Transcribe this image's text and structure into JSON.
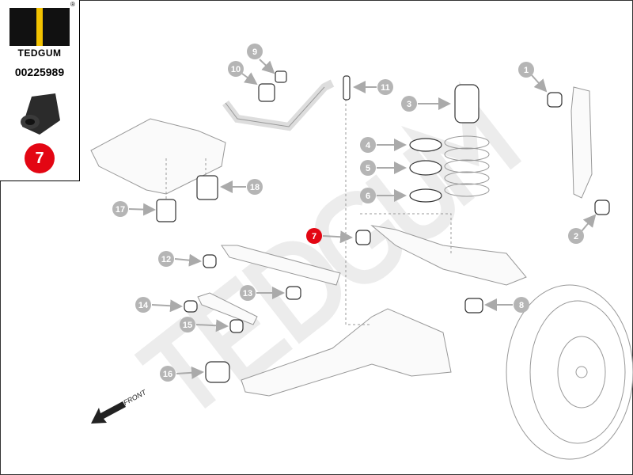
{
  "brand": {
    "name": "TEDGUM",
    "registered_mark": "®"
  },
  "part_number": "00225989",
  "highlight_position": "7",
  "watermark": "TEDGUM",
  "front_label": "FRONT",
  "colors": {
    "highlight": "#e30613",
    "callout": "#b5b5b5",
    "logo_accent": "#f2c200"
  },
  "callouts": [
    "1",
    "2",
    "3",
    "4",
    "5",
    "6",
    "7",
    "8",
    "9",
    "10",
    "11",
    "12",
    "13",
    "14",
    "15",
    "16",
    "17",
    "18"
  ]
}
